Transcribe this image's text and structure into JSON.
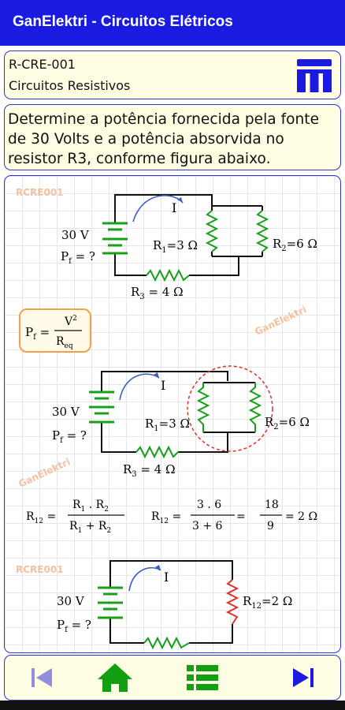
{
  "app": {
    "title": "GanElektri - Circuitos Elétricos"
  },
  "header": {
    "code": "R-CRE-001",
    "subtitle": "Circuitos Resistivos",
    "menu_icon": "table-menu-icon"
  },
  "question": {
    "text": "Determine a potência fornecida pela fonte de 30 Volts e a potência absorvida no resistor R3, conforme figura abaixo."
  },
  "figure": {
    "watermarks": [
      "RCRE001",
      "GanElektri",
      "GanElektri",
      "RCRE001"
    ],
    "c1": {
      "source": "30 V",
      "pf": "P",
      "pf_sub": "f",
      "pf_eq": " = ?",
      "current": "I",
      "r1": "R",
      "r1_sub": "1",
      "r1_val": "=3 Ω",
      "r2": "R",
      "r2_sub": "2",
      "r2_val": "=6 Ω",
      "r3": "R",
      "r3_sub": "3",
      "r3_val": " = 4 Ω"
    },
    "formula": {
      "lhs": "P",
      "lhs_sub": "f",
      "eq": " = ",
      "num": "V",
      "num_sup": "2",
      "den": "R",
      "den_sub": "eq"
    },
    "c2": {
      "source": "30 V",
      "pf": "P",
      "pf_sub": "f",
      "pf_eq": " = ?",
      "current": "I",
      "r1": "R",
      "r1_sub": "1",
      "r1_val": "=3 Ω",
      "r2": "R",
      "r2_sub": "2",
      "r2_val": "=6 Ω",
      "r3": "R",
      "r3_sub": "3",
      "r3_val": " = 4 Ω"
    },
    "eq1": {
      "lhs": "R",
      "lhs_sub": "12",
      "eq": " = ",
      "num_a": "R",
      "num_a_sub": "1",
      "num_op": " . R",
      "num_b_sub": "2",
      "den_a": "R",
      "den_a_sub": "1",
      "den_op": " + R",
      "den_b_sub": "2"
    },
    "eq2": {
      "lhs": "R",
      "lhs_sub": "12",
      "eq": " = ",
      "num1": "3 . 6",
      "den1": "3 + 6",
      "eq2": " = ",
      "num2": "18",
      "den2": "9",
      "result": " = 2 Ω"
    },
    "c3": {
      "source": "30 V",
      "pf": "P",
      "pf_sub": "f",
      "pf_eq": " = ?",
      "current": "I",
      "r12": "R",
      "r12_sub": "12",
      "r12_val": "=2 Ω"
    }
  },
  "nav": {
    "first_icon": "first-page-icon",
    "home_icon": "home-icon",
    "list_icon": "list-icon",
    "last_icon": "last-page-icon"
  },
  "colors": {
    "appbar": "#1a1ae0",
    "card_bg": "#fffde2",
    "border": "#2e36c8",
    "resistor": "#18a018",
    "highlight": "#e0302a",
    "accent_orange": "#f2a050",
    "nav_green": "#12a012"
  }
}
